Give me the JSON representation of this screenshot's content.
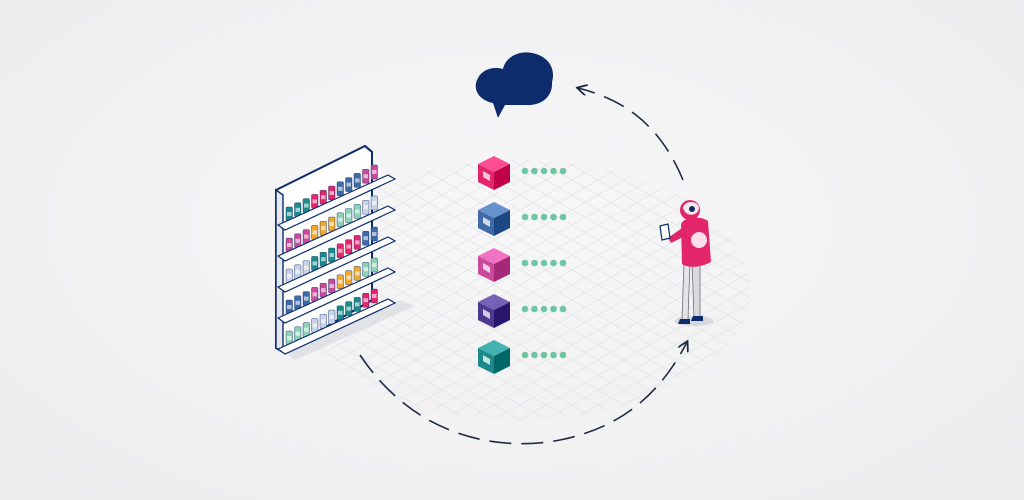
{
  "colors": {
    "navy": "#0c2c6b",
    "dots": "#6fc6a2",
    "pink": "#e3256b",
    "blue": "#3f6aa6",
    "magenta": "#c94a9a",
    "purple": "#4b3a8f",
    "teal": "#1c8a8a",
    "grid": "#dfe1e6"
  },
  "illustration": {
    "icons": {
      "speech_bubble": "speech-bubble-icon",
      "shelf": "store-shelf",
      "person": "shopper-figure"
    },
    "product_list": [
      {
        "icon": "pink-box-icon",
        "color": "#e3256b"
      },
      {
        "icon": "blue-box-icon",
        "color": "#3f6aa6"
      },
      {
        "icon": "magenta-box-icon",
        "color": "#c94a9a"
      },
      {
        "icon": "purple-box-icon",
        "color": "#4b3a8f"
      },
      {
        "icon": "teal-box-icon",
        "color": "#1c8a8a"
      }
    ],
    "dots_per_row": 5
  }
}
